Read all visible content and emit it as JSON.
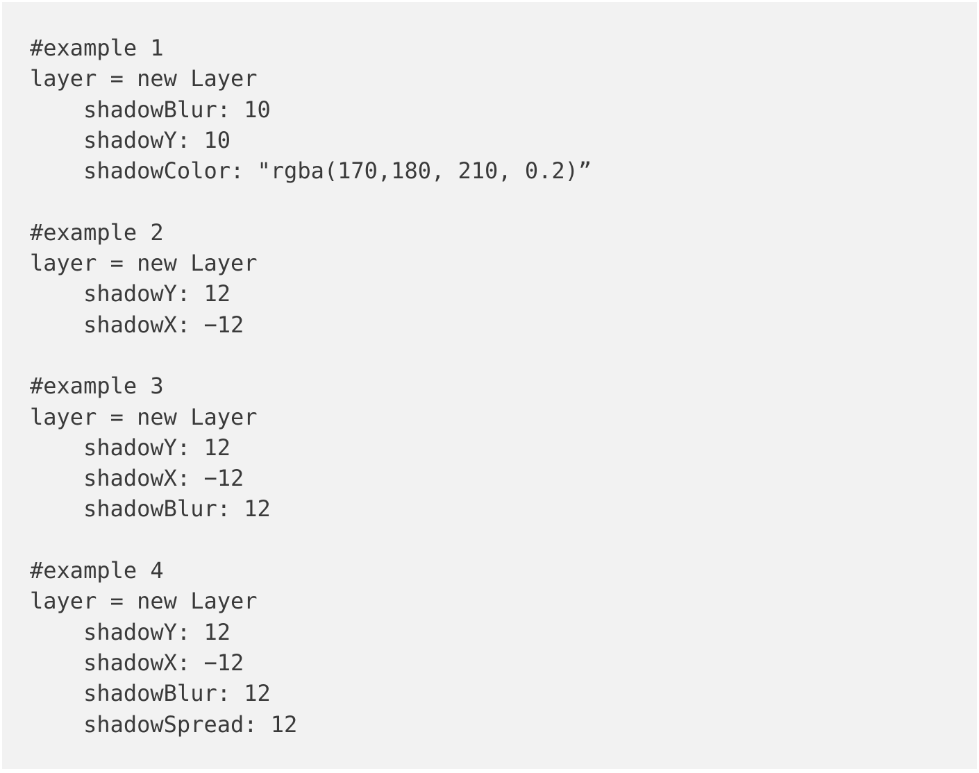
{
  "document": {
    "type": "code-block",
    "language": "coffeescript",
    "background_color": "#f2f2f2",
    "text_color": "#3a3a3a",
    "page_background": "#ffffff"
  },
  "code": {
    "lines": [
      "#example 1",
      "layer = new Layer",
      "    shadowBlur: 10",
      "    shadowY: 10",
      "    shadowColor: \"rgba(170,180, 210, 0.2)”",
      "",
      "#example 2",
      "layer = new Layer",
      "    shadowY: 12",
      "    shadowX: −12",
      "",
      "#example 3",
      "layer = new Layer",
      "    shadowY: 12",
      "    shadowX: −12",
      "    shadowBlur: 12",
      "",
      "#example 4",
      "layer = new Layer",
      "    shadowY: 12",
      "    shadowX: −12",
      "    shadowBlur: 12",
      "    shadowSpread: 12"
    ],
    "examples": [
      {
        "comment": "#example 1",
        "declaration": "layer = new Layer",
        "properties": [
          {
            "name": "shadowBlur",
            "value": "10"
          },
          {
            "name": "shadowY",
            "value": "10"
          },
          {
            "name": "shadowColor",
            "value": "\"rgba(170,180, 210, 0.2)”"
          }
        ]
      },
      {
        "comment": "#example 2",
        "declaration": "layer = new Layer",
        "properties": [
          {
            "name": "shadowY",
            "value": "12"
          },
          {
            "name": "shadowX",
            "value": "−12"
          }
        ]
      },
      {
        "comment": "#example 3",
        "declaration": "layer = new Layer",
        "properties": [
          {
            "name": "shadowY",
            "value": "12"
          },
          {
            "name": "shadowX",
            "value": "−12"
          },
          {
            "name": "shadowBlur",
            "value": "12"
          }
        ]
      },
      {
        "comment": "#example 4",
        "declaration": "layer = new Layer",
        "properties": [
          {
            "name": "shadowY",
            "value": "12"
          },
          {
            "name": "shadowX",
            "value": "−12"
          },
          {
            "name": "shadowBlur",
            "value": "12"
          },
          {
            "name": "shadowSpread",
            "value": "12"
          }
        ]
      }
    ]
  }
}
